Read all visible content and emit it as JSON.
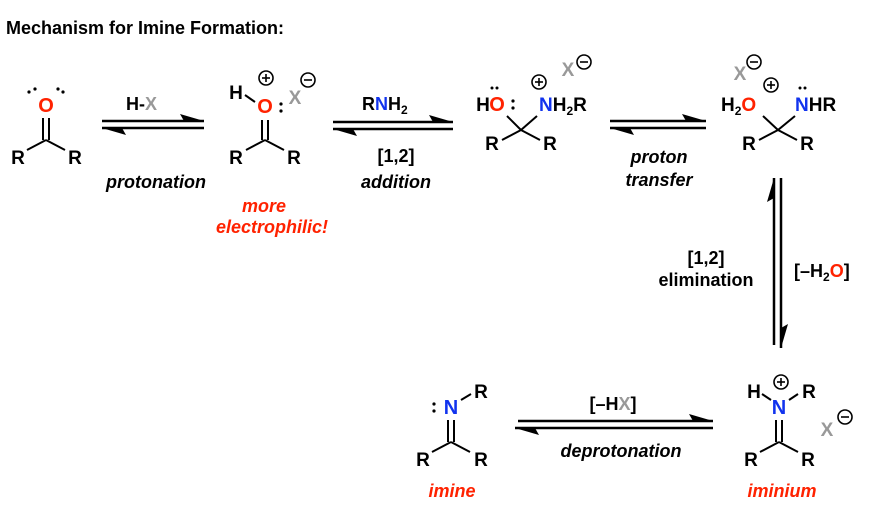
{
  "title": "Mechanism for Imine Formation:",
  "colors": {
    "oxygen": "#ff2200",
    "nitrogen": "#1133ee",
    "halide": "#999999",
    "highlight": "#ff2200",
    "bond": "#000000"
  },
  "steps": [
    {
      "above": "H-X",
      "below": "protonation"
    },
    {
      "above": "RNH2",
      "below_line1": "[1,2]",
      "below_line2": "addition"
    },
    {
      "above": "",
      "below_line1": "proton",
      "below_line2": "transfer"
    },
    {
      "left_line1": "[1,2]",
      "left_line2": "elimination",
      "right": "[–H2O]"
    },
    {
      "above": "[–HX]",
      "below": "deprotonation"
    }
  ],
  "annotations": {
    "electrophilic_line1": "more",
    "electrophilic_line2": "electrophilic!",
    "imine_label": "imine",
    "iminium_label": "iminium"
  },
  "atoms": {
    "O": "O",
    "N": "N",
    "H": "H",
    "R": "R",
    "X": "X",
    "H2": "H",
    "sub2": "2",
    "NH2R_tail": "H",
    "NHR_tail": "HR",
    "plus": "+",
    "minus": "−",
    "colon": ":"
  }
}
